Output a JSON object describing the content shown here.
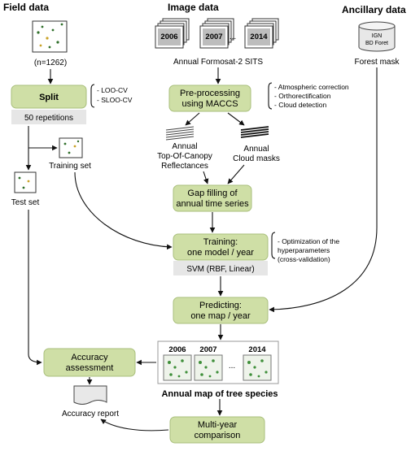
{
  "headers": {
    "field": "Field data",
    "image": "Image data",
    "ancillary": "Ancillary data"
  },
  "field": {
    "count": "(n=1262)"
  },
  "image": {
    "years": [
      "2006",
      "2007",
      "...",
      "2014"
    ],
    "caption": "Annual Formosat-2 SITS"
  },
  "ancillary": {
    "db_line1": "IGN",
    "db_line2": "BD Foret",
    "caption": "Forest mask"
  },
  "split": {
    "title": "Split",
    "sub": "50 repetitions",
    "notes": [
      "- LOO-CV",
      "- SLOO-CV"
    ]
  },
  "sets": {
    "training": "Training set",
    "test": "Test set"
  },
  "preproc": {
    "line1": "Pre-processing",
    "line2": "using MACCS",
    "notes": [
      "- Atmospheric correction",
      "- Orthorectification",
      "- Cloud detection"
    ]
  },
  "toc": {
    "line1": "Annual",
    "line2": "Top-Of-Canopy",
    "line3": "Reflectances"
  },
  "clouds": {
    "line1": "Annual",
    "line2": "Cloud masks"
  },
  "gapfill": {
    "line1": "Gap filling of",
    "line2": "annual time series"
  },
  "training": {
    "line1": "Training:",
    "line2": "one model / year",
    "sub": "SVM (RBF, Linear)",
    "notes": [
      "- Optimization of the",
      "hyperparameters",
      "(cross-validation)"
    ]
  },
  "predicting": {
    "line1": "Predicting:",
    "line2": "one map / year"
  },
  "maps": {
    "years": [
      "2006",
      "2007",
      "...",
      "2014"
    ],
    "caption": "Annual map of tree species"
  },
  "accuracy": {
    "line1": "Accuracy",
    "line2": "assessment"
  },
  "report": {
    "caption": "Accuracy report"
  },
  "multiyear": {
    "line1": "Multi-year",
    "line2": "comparison"
  },
  "colors": {
    "box_fill": "#cfdfa6",
    "box_border": "#a9bf7c",
    "subbox_fill": "#e6e6e6",
    "map_green": "#3f8f3a"
  }
}
